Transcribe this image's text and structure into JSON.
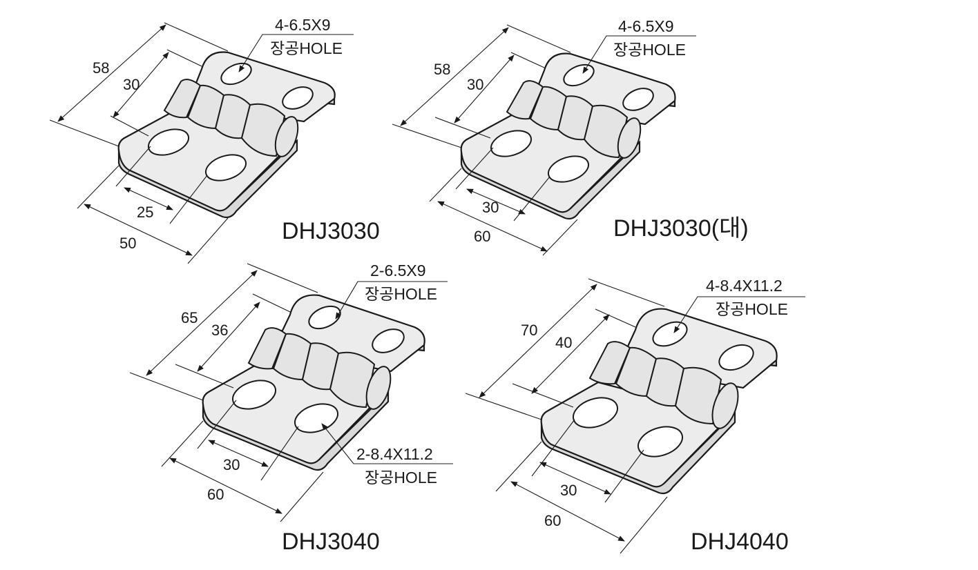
{
  "parts": [
    {
      "model": "DHJ3030",
      "dims": {
        "outer_width": "58",
        "leaf_width": "30",
        "hole_pitch": "25",
        "length": "50"
      },
      "holes": [
        {
          "spec": "4-6.5X9",
          "type": "장공HOLE"
        }
      ]
    },
    {
      "model": "DHJ3030(대)",
      "dims": {
        "outer_width": "58",
        "leaf_width": "30",
        "hole_pitch": "30",
        "length": "60"
      },
      "holes": [
        {
          "spec": "4-6.5X9",
          "type": "장공HOLE"
        }
      ]
    },
    {
      "model": "DHJ3040",
      "dims": {
        "outer_width": "65",
        "leaf_width": "36",
        "hole_pitch": "30",
        "length": "60"
      },
      "holes": [
        {
          "spec": "2-6.5X9",
          "type": "장공HOLE"
        },
        {
          "spec": "2-8.4X11.2",
          "type": "장공HOLE"
        }
      ]
    },
    {
      "model": "DHJ4040",
      "dims": {
        "outer_width": "70",
        "leaf_width": "40",
        "hole_pitch": "30",
        "length": "60"
      },
      "holes": [
        {
          "spec": "4-8.4X11.2",
          "type": "장공HOLE"
        }
      ]
    }
  ]
}
